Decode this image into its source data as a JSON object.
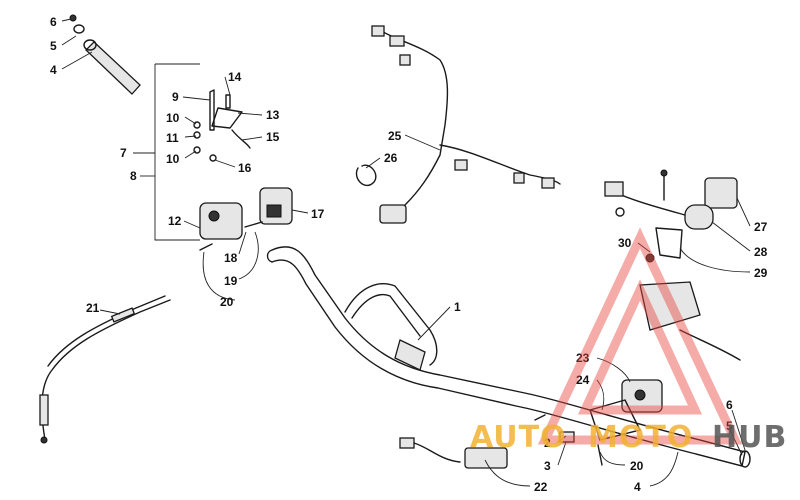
{
  "diagram": {
    "labels": {
      "l6a": "6",
      "l5a": "5",
      "l4a": "4",
      "l14": "14",
      "l9": "9",
      "l13": "13",
      "l10a": "10",
      "l11": "11",
      "l15": "15",
      "l10b": "10",
      "l16": "16",
      "l7": "7",
      "l8": "8",
      "l17": "17",
      "l12": "12",
      "l18": "18",
      "l19": "19",
      "l20a": "20",
      "l21": "21",
      "l25": "25",
      "l26": "26",
      "l1": "1",
      "l27": "27",
      "l28": "28",
      "l29": "29",
      "l30": "30",
      "l23": "23",
      "l24": "24",
      "l6b": "6",
      "l5b": "5",
      "l2": "2",
      "l3": "3",
      "l22": "22",
      "l20b": "20",
      "l4b": "4"
    }
  },
  "watermark": {
    "word_a": "AUTO",
    "word_b": "MOTO",
    "word_c": "HUB",
    "color_red": "#e8453c",
    "color_orange": "#f2b233",
    "color_gray": "#555555"
  }
}
